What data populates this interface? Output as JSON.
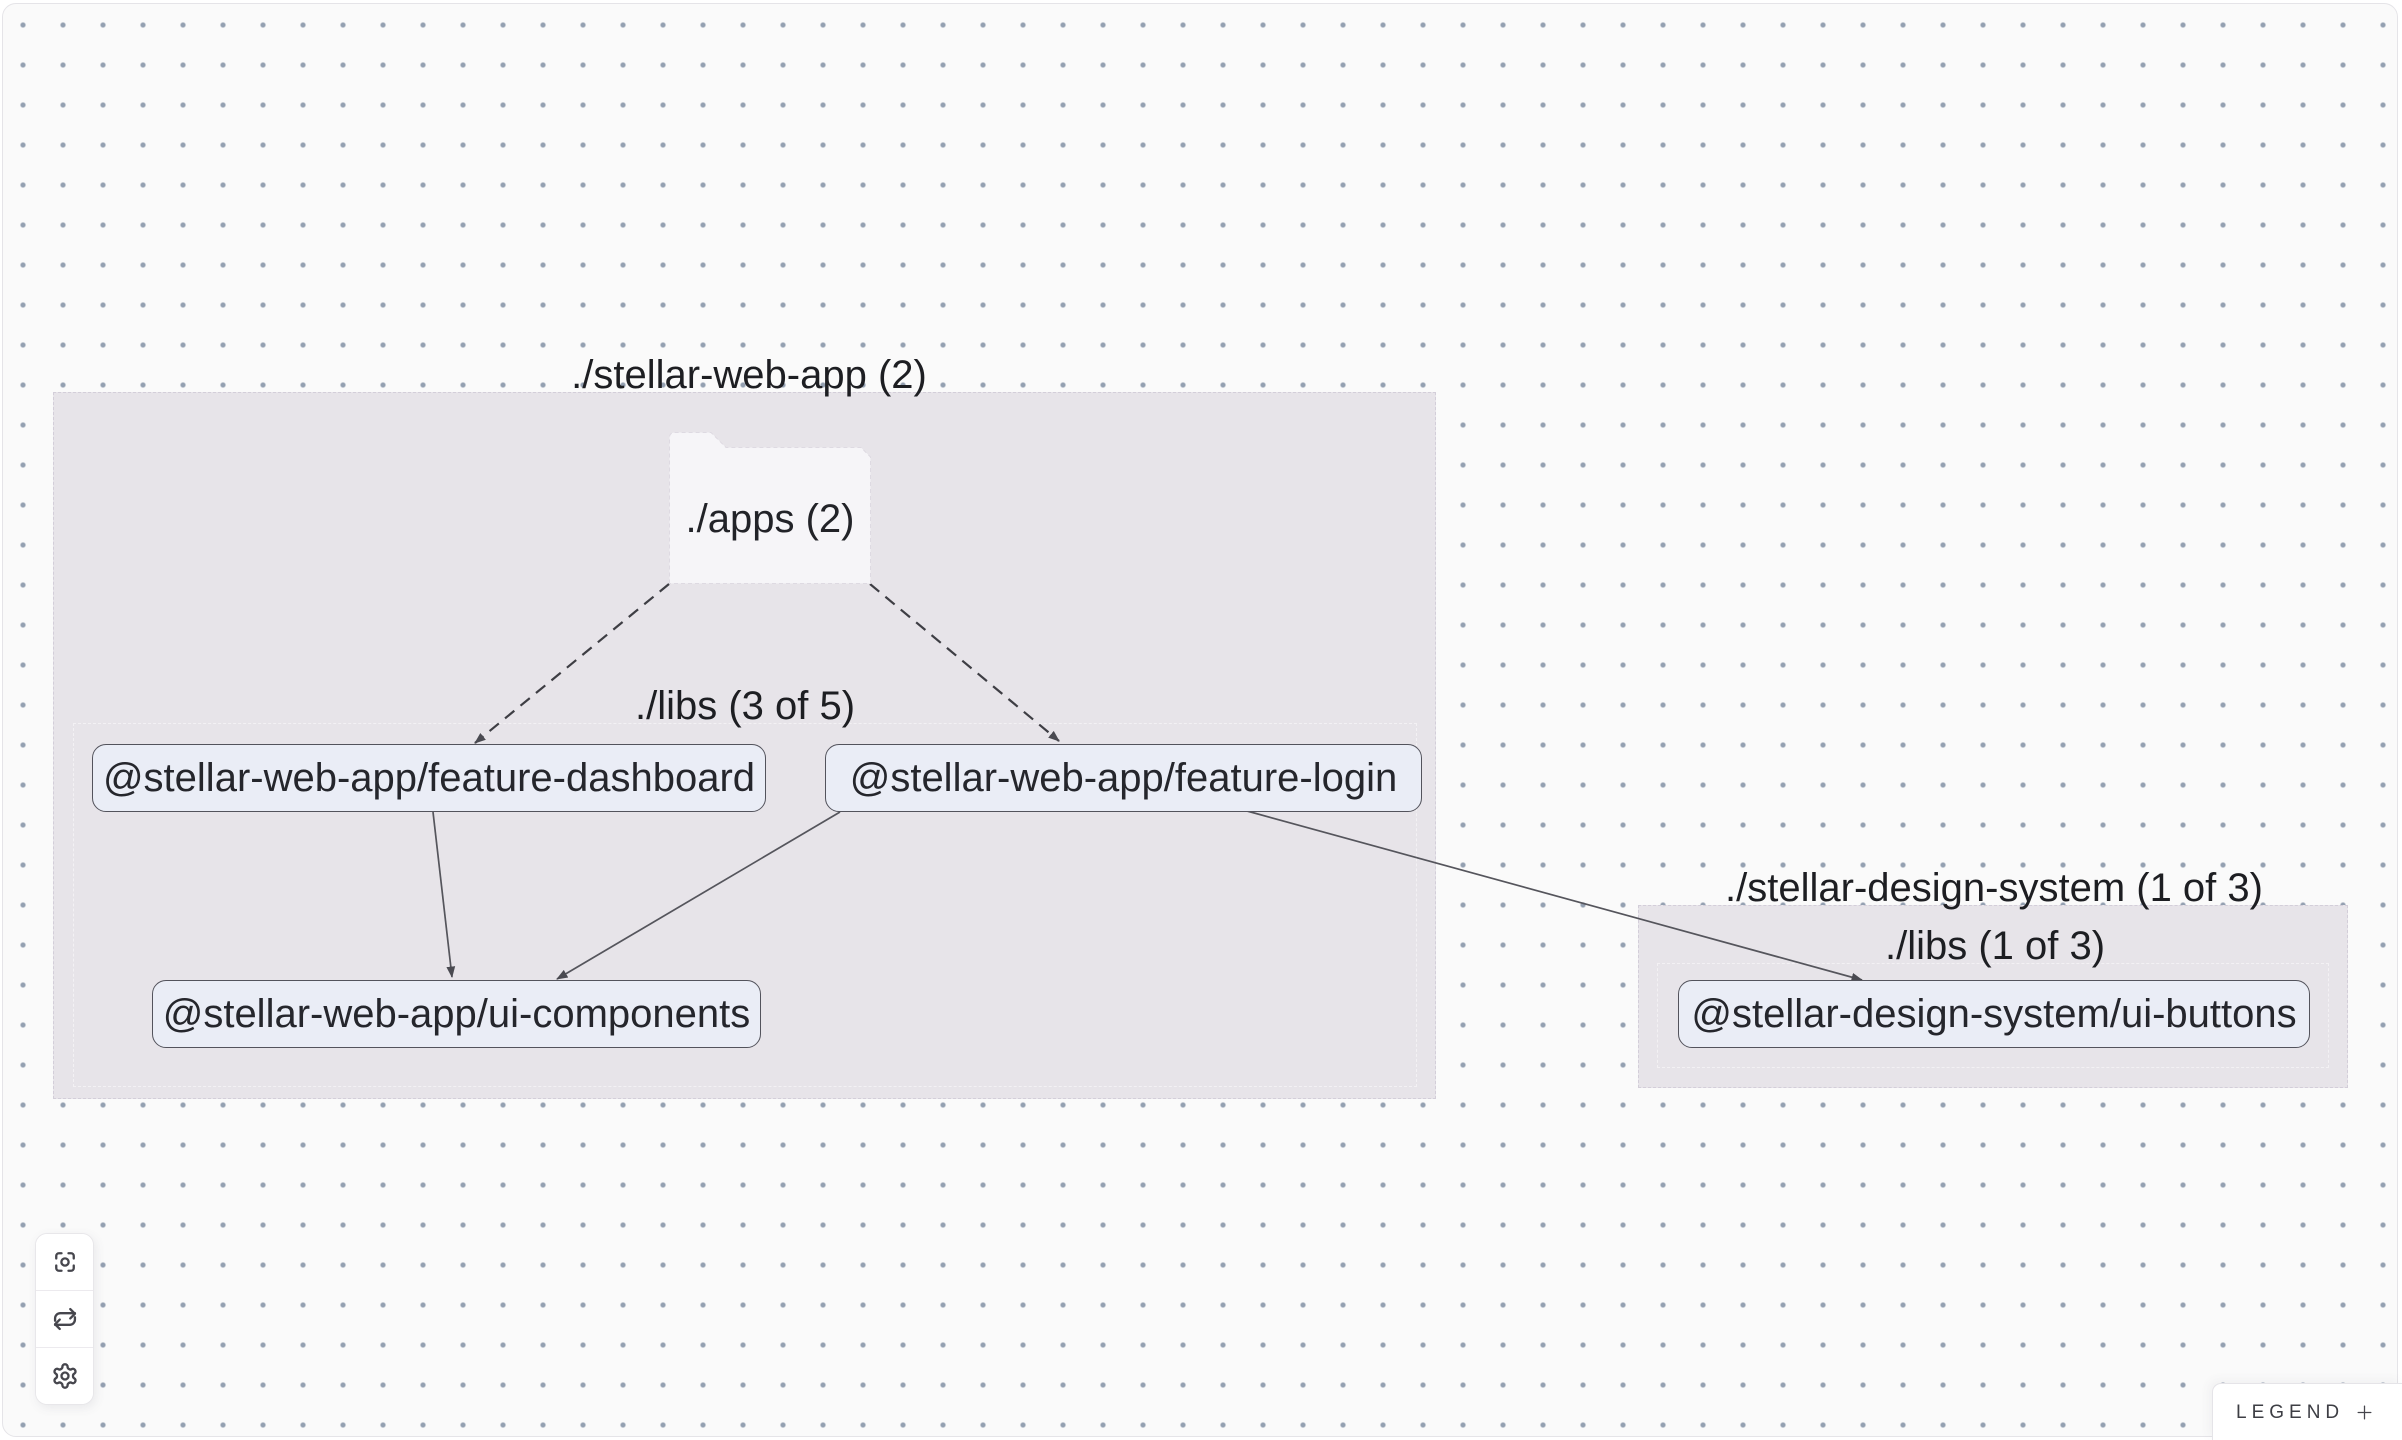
{
  "app": {
    "name": "project-dependency-graph",
    "background_color": "#fafafa",
    "dot_color": "#74849b",
    "cluster_fill": "#e7e4e9",
    "node_fill": "#e9ecf5",
    "node_border": "#53535c",
    "edge_color": "#55555c"
  },
  "graph": {
    "clusters": [
      {
        "id": "stellar-web-app",
        "label": "./stellar-web-app (2)"
      },
      {
        "id": "stellar-web-app-libs",
        "label": "./libs (3 of 5)"
      },
      {
        "id": "stellar-design-system",
        "label": "./stellar-design-system (1 of 3)"
      },
      {
        "id": "stellar-design-system-libs",
        "label": "./libs (1 of 3)"
      }
    ],
    "folders": [
      {
        "id": "apps",
        "label": "./apps (2)"
      }
    ],
    "nodes": [
      {
        "id": "feature-dashboard",
        "label": "@stellar-web-app/feature-dashboard"
      },
      {
        "id": "feature-login",
        "label": "@stellar-web-app/feature-login"
      },
      {
        "id": "ui-components",
        "label": "@stellar-web-app/ui-components"
      },
      {
        "id": "ui-buttons",
        "label": "@stellar-design-system/ui-buttons"
      }
    ],
    "edges": [
      {
        "from": "apps",
        "to": "feature-dashboard",
        "type": "dashed"
      },
      {
        "from": "apps",
        "to": "feature-login",
        "type": "dashed"
      },
      {
        "from": "feature-dashboard",
        "to": "ui-components",
        "type": "solid"
      },
      {
        "from": "feature-login",
        "to": "ui-components",
        "type": "solid"
      },
      {
        "from": "feature-login",
        "to": "ui-buttons",
        "type": "solid"
      }
    ]
  },
  "toolbar": {
    "buttons": [
      {
        "id": "center-graph",
        "icon": "focus-icon"
      },
      {
        "id": "refresh-graph",
        "icon": "refresh-icon"
      },
      {
        "id": "settings",
        "icon": "gear-icon"
      }
    ]
  },
  "legend": {
    "label": "LEGEND",
    "icon": "plus-icon"
  }
}
